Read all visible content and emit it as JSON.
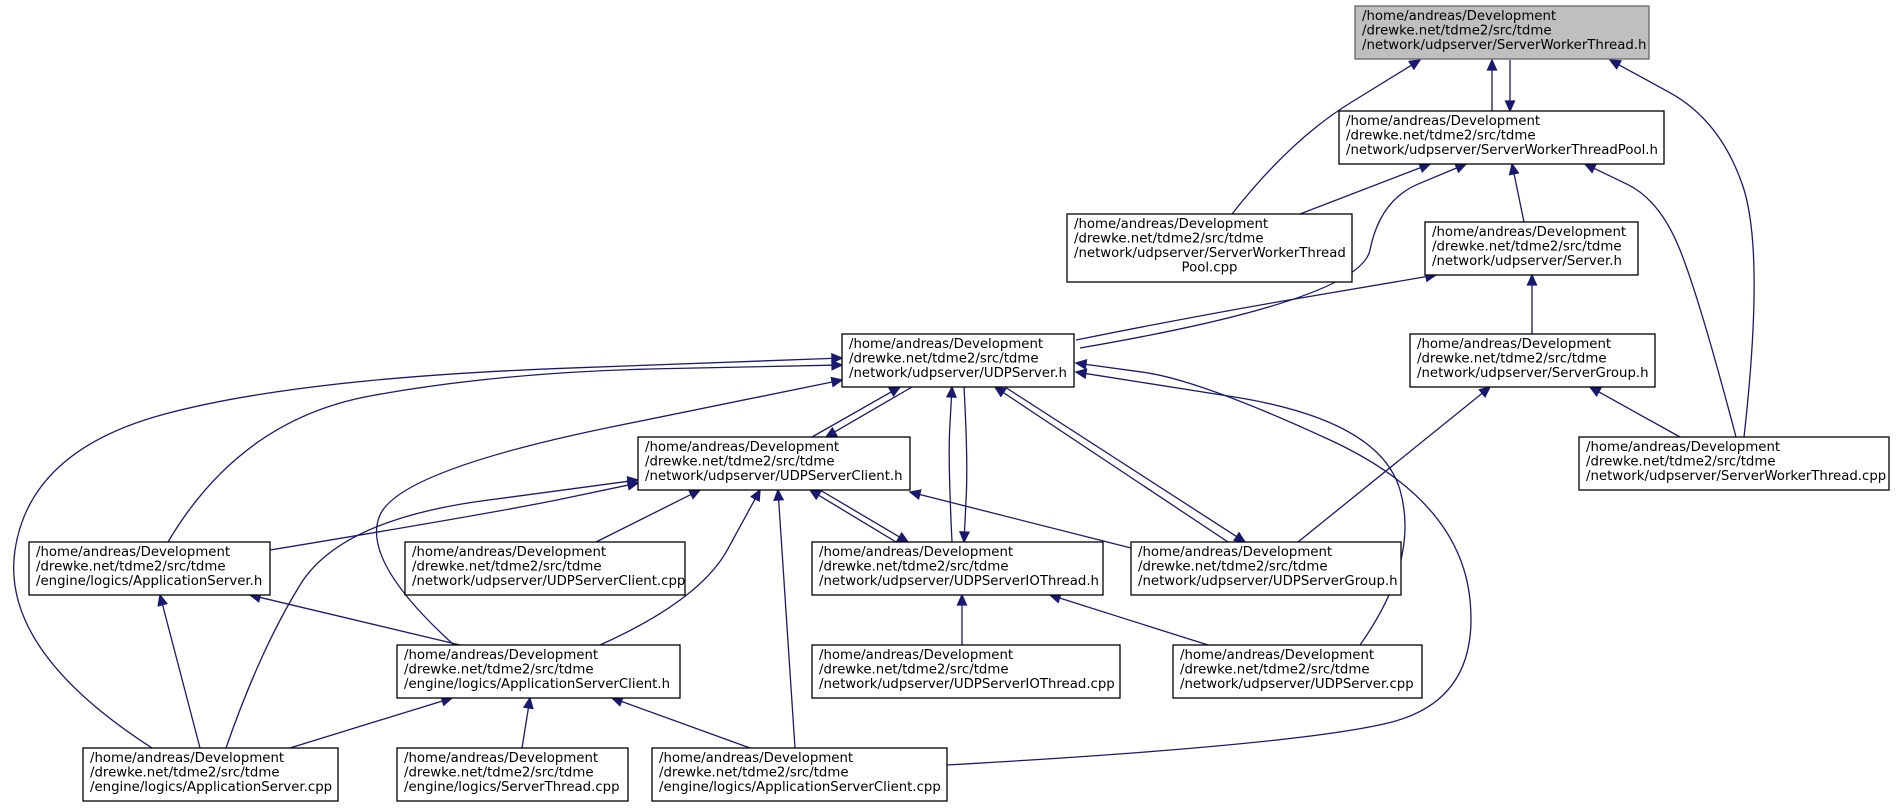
{
  "diagram": {
    "title": "",
    "edge_color": "#191970",
    "root_fill": "#bfbfbf",
    "nodes": [
      {
        "id": "swt_h",
        "label": [
          "/home/andreas/Development",
          "/drewke.net/tdme2/src/tdme",
          "/network/udpserver/ServerWorkerThread.h"
        ],
        "root": true
      },
      {
        "id": "swtp_h",
        "label": [
          "/home/andreas/Development",
          "/drewke.net/tdme2/src/tdme",
          "/network/udpserver/ServerWorkerThreadPool.h"
        ]
      },
      {
        "id": "swtp_cpp",
        "label": [
          "/home/andreas/Development",
          "/drewke.net/tdme2/src/tdme",
          "/network/udpserver/ServerWorkerThread",
          "Pool.cpp"
        ]
      },
      {
        "id": "server_h",
        "label": [
          "/home/andreas/Development",
          "/drewke.net/tdme2/src/tdme",
          "/network/udpserver/Server.h"
        ]
      },
      {
        "id": "udpserver_h",
        "label": [
          "/home/andreas/Development",
          "/drewke.net/tdme2/src/tdme",
          "/network/udpserver/UDPServer.h"
        ]
      },
      {
        "id": "servergroup_h",
        "label": [
          "/home/andreas/Development",
          "/drewke.net/tdme2/src/tdme",
          "/network/udpserver/ServerGroup.h"
        ]
      },
      {
        "id": "swt_cpp",
        "label": [
          "/home/andreas/Development",
          "/drewke.net/tdme2/src/tdme",
          "/network/udpserver/ServerWorkerThread.cpp"
        ]
      },
      {
        "id": "udpsc_h",
        "label": [
          "/home/andreas/Development",
          "/drewke.net/tdme2/src/tdme",
          "/network/udpserver/UDPServerClient.h"
        ]
      },
      {
        "id": "appserver_h",
        "label": [
          "/home/andreas/Development",
          "/drewke.net/tdme2/src/tdme",
          "/engine/logics/ApplicationServer.h"
        ]
      },
      {
        "id": "udpsc_cpp",
        "label": [
          "/home/andreas/Development",
          "/drewke.net/tdme2/src/tdme",
          "/network/udpserver/UDPServerClient.cpp"
        ]
      },
      {
        "id": "udpsio_h",
        "label": [
          "/home/andreas/Development",
          "/drewke.net/tdme2/src/tdme",
          "/network/udpserver/UDPServerIOThread.h"
        ]
      },
      {
        "id": "udpsg_h",
        "label": [
          "/home/andreas/Development",
          "/drewke.net/tdme2/src/tdme",
          "/network/udpserver/UDPServerGroup.h"
        ]
      },
      {
        "id": "appsc_h",
        "label": [
          "/home/andreas/Development",
          "/drewke.net/tdme2/src/tdme",
          "/engine/logics/ApplicationServerClient.h"
        ]
      },
      {
        "id": "udpsio_cpp",
        "label": [
          "/home/andreas/Development",
          "/drewke.net/tdme2/src/tdme",
          "/network/udpserver/UDPServerIOThread.cpp"
        ]
      },
      {
        "id": "udpserver_cpp",
        "label": [
          "/home/andreas/Development",
          "/drewke.net/tdme2/src/tdme",
          "/network/udpserver/UDPServer.cpp"
        ]
      },
      {
        "id": "appserver_cpp",
        "label": [
          "/home/andreas/Development",
          "/drewke.net/tdme2/src/tdme",
          "/engine/logics/ApplicationServer.cpp"
        ]
      },
      {
        "id": "serverthread_cpp",
        "label": [
          "/home/andreas/Development",
          "/drewke.net/tdme2/src/tdme",
          "/engine/logics/ServerThread.cpp"
        ]
      },
      {
        "id": "appsc_cpp",
        "label": [
          "/home/andreas/Development",
          "/drewke.net/tdme2/src/tdme",
          "/engine/logics/ApplicationServerClient.cpp"
        ]
      }
    ],
    "edges": [
      {
        "from": "swtp_h",
        "to": "swt_h"
      },
      {
        "from": "swt_h",
        "to": "swtp_h"
      },
      {
        "from": "swtp_cpp",
        "to": "swt_h"
      },
      {
        "from": "swt_cpp",
        "to": "swt_h"
      },
      {
        "from": "swtp_cpp",
        "to": "swtp_h"
      },
      {
        "from": "server_h",
        "to": "swtp_h"
      },
      {
        "from": "udpserver_h",
        "to": "swtp_h"
      },
      {
        "from": "swt_cpp",
        "to": "swtp_h"
      },
      {
        "from": "udpserver_h",
        "to": "server_h"
      },
      {
        "from": "servergroup_h",
        "to": "server_h"
      },
      {
        "from": "udpsg_h",
        "to": "servergroup_h"
      },
      {
        "from": "swt_cpp",
        "to": "servergroup_h"
      },
      {
        "from": "udpsc_h",
        "to": "udpserver_h"
      },
      {
        "from": "udpserver_h",
        "to": "udpsc_h"
      },
      {
        "from": "udpsio_h",
        "to": "udpserver_h"
      },
      {
        "from": "udpserver_h",
        "to": "udpsio_h"
      },
      {
        "from": "udpsg_h",
        "to": "udpserver_h"
      },
      {
        "from": "udpserver_h",
        "to": "udpsg_h"
      },
      {
        "from": "appserver_h",
        "to": "udpserver_h"
      },
      {
        "from": "appsc_h",
        "to": "udpserver_h"
      },
      {
        "from": "appserver_cpp",
        "to": "udpserver_h"
      },
      {
        "from": "udpserver_cpp",
        "to": "udpserver_h"
      },
      {
        "from": "appsc_cpp",
        "to": "udpserver_h"
      },
      {
        "from": "appserver_h",
        "to": "udpsc_h"
      },
      {
        "from": "udpsc_cpp",
        "to": "udpsc_h"
      },
      {
        "from": "udpsio_h",
        "to": "udpsc_h"
      },
      {
        "from": "udpsc_h",
        "to": "udpsio_h"
      },
      {
        "from": "udpsg_h",
        "to": "udpsc_h"
      },
      {
        "from": "appsc_h",
        "to": "udpsc_h"
      },
      {
        "from": "appserver_cpp",
        "to": "udpsc_h"
      },
      {
        "from": "appsc_cpp",
        "to": "udpsc_h"
      },
      {
        "from": "udpsio_cpp",
        "to": "udpsio_h"
      },
      {
        "from": "udpserver_cpp",
        "to": "udpsio_h"
      },
      {
        "from": "appsc_h",
        "to": "appserver_h"
      },
      {
        "from": "appserver_cpp",
        "to": "appserver_h"
      },
      {
        "from": "appserver_cpp",
        "to": "appsc_h"
      },
      {
        "from": "serverthread_cpp",
        "to": "appsc_h"
      },
      {
        "from": "appsc_cpp",
        "to": "appsc_h"
      }
    ]
  }
}
